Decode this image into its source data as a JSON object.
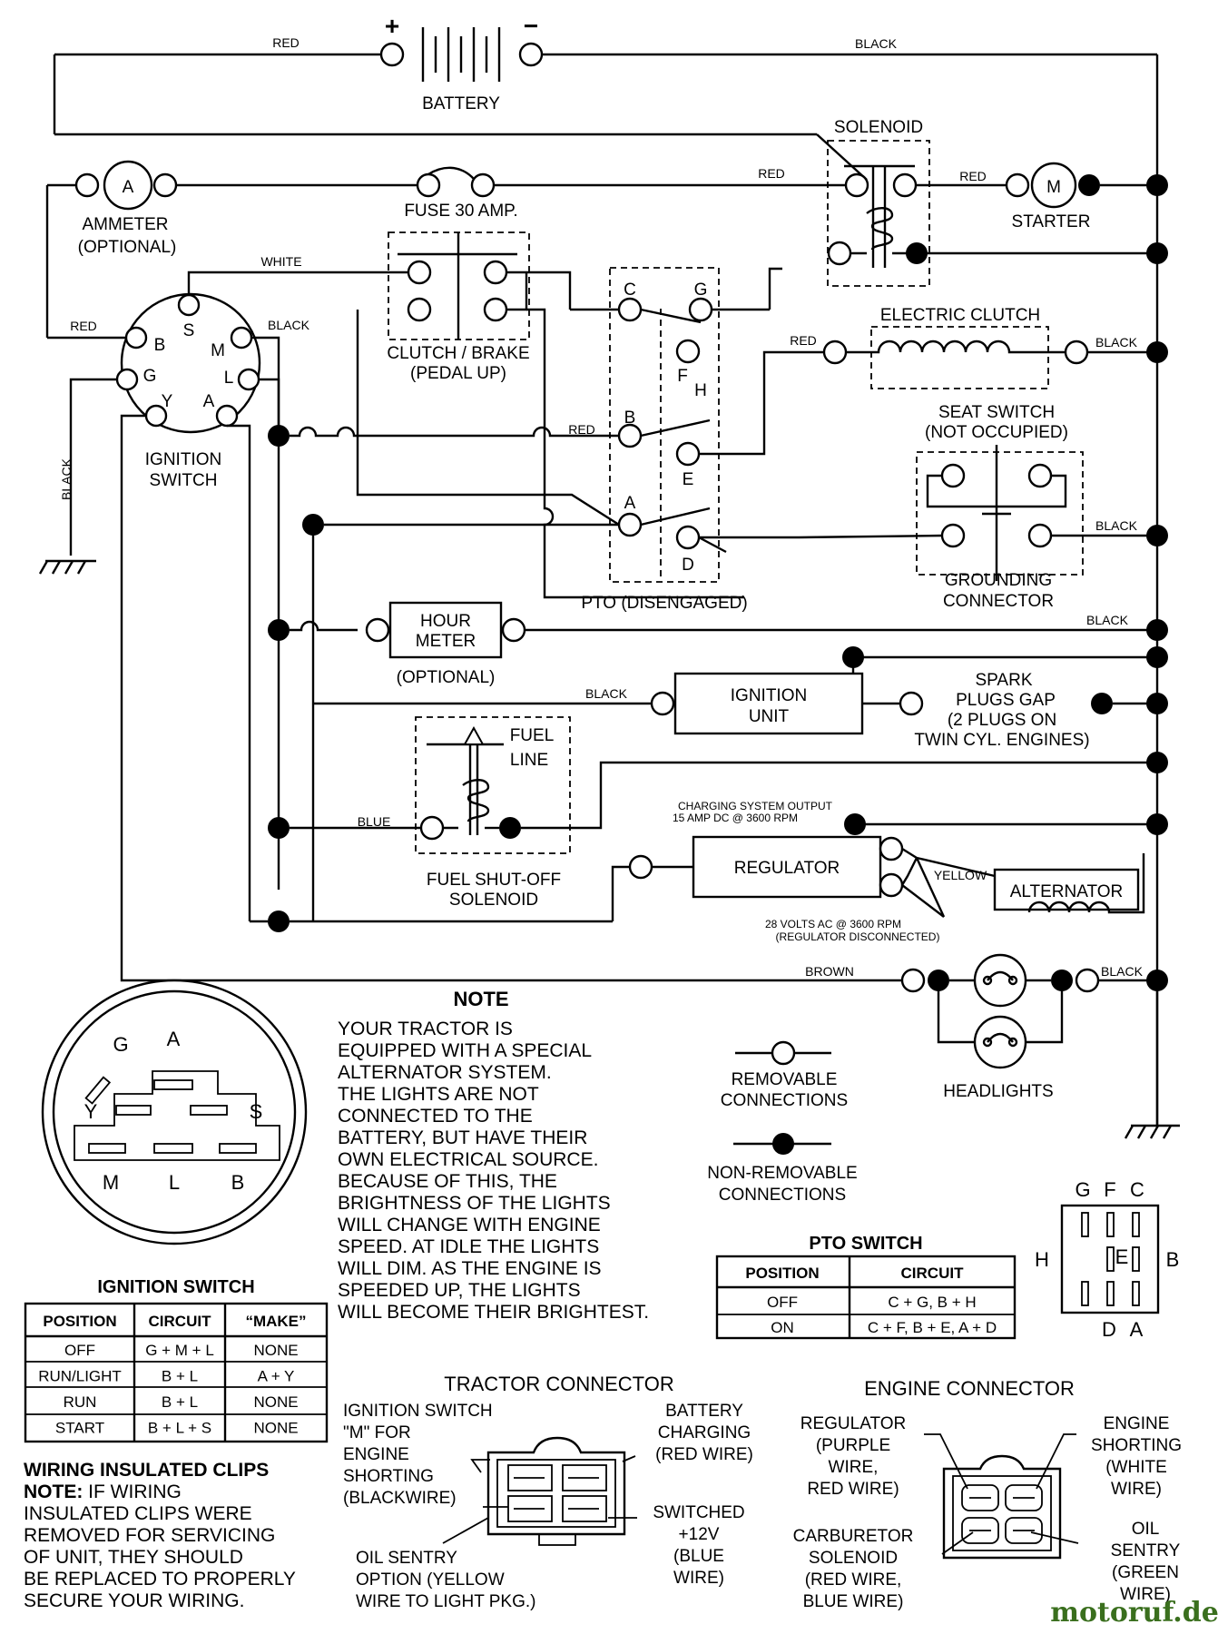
{
  "title": "",
  "watermark": "motoruf.de",
  "watermark_suffix": ".de",
  "battery": {
    "label": "BATTERY",
    "plus": "+",
    "minus": "−",
    "wire_left": "RED",
    "wire_right": "BLACK"
  },
  "ammeter": {
    "symbol": "A",
    "label": "AMMETER",
    "sub": "(OPTIONAL)"
  },
  "fuse": {
    "label": "FUSE 30 AMP."
  },
  "solenoid": {
    "label": "SOLENOID",
    "wire_in": "RED",
    "wire_out": "RED"
  },
  "starter": {
    "symbol": "M",
    "label": "STARTER"
  },
  "clutch_brake": {
    "label": "CLUTCH / BRAKE",
    "sub": "(PEDAL UP)"
  },
  "ignition": {
    "label1": "IGNITION",
    "label2": "SWITCH",
    "terminals": {
      "B": "B",
      "S": "S",
      "M": "M",
      "G": "G",
      "L": "L",
      "Y": "Y",
      "A": "A"
    },
    "wires": {
      "white": "WHITE",
      "red": "RED",
      "black_m": "BLACK",
      "black_g": "BLACK"
    }
  },
  "pto": {
    "label": "PTO (DISENGAGED)",
    "terminals": {
      "C": "C",
      "G": "G",
      "F": "F",
      "H": "H",
      "B": "B",
      "E": "E",
      "A": "A",
      "D": "D"
    },
    "wire_b": "RED"
  },
  "electric_clutch": {
    "label": "ELECTRIC CLUTCH",
    "wire_in": "RED",
    "wire_out": "BLACK"
  },
  "seat_switch": {
    "label1": "SEAT SWITCH",
    "label2": "(NOT OCCUPIED)",
    "wire_out": "BLACK"
  },
  "grounding_connector": {
    "label1": "GROUNDING",
    "label2": "CONNECTOR"
  },
  "hour_meter": {
    "label1": "HOUR",
    "label2": "METER",
    "sub": "(OPTIONAL)",
    "wire_out": "BLACK"
  },
  "ignition_unit": {
    "label1": "IGNITION",
    "label2": "UNIT",
    "wire_in": "BLACK"
  },
  "spark_plugs": {
    "line1": "SPARK",
    "line2": "PLUGS GAP",
    "line3": "(2 PLUGS ON",
    "line4": "TWIN CYL. ENGINES)"
  },
  "fuel_solenoid": {
    "label1": "FUEL SHUT-OFF",
    "label2": "SOLENOID",
    "line1": "FUEL",
    "line2": "LINE",
    "wire": "BLUE"
  },
  "charging": {
    "line1": "CHARGING SYSTEM OUTPUT",
    "line2": "15 AMP DC @ 3600 RPM"
  },
  "regulator": {
    "label": "REGULATOR"
  },
  "alternator": {
    "label": "ALTERNATOR",
    "wire": "YELLOW",
    "note1": "28 VOLTS AC @ 3600 RPM",
    "note2": "(REGULATOR DISCONNECTED)"
  },
  "headlights": {
    "label": "HEADLIGHTS",
    "wire_in": "BROWN",
    "wire_out": "BLACK"
  },
  "ground_wire": "BLACK",
  "legend": {
    "removable1": "REMOVABLE",
    "removable2": "CONNECTIONS",
    "nonremovable1": "NON-REMOVABLE",
    "nonremovable2": "CONNECTIONS"
  },
  "note": {
    "heading": "NOTE",
    "lines": [
      "YOUR TRACTOR IS",
      "EQUIPPED WITH A SPECIAL",
      "ALTERNATOR SYSTEM.",
      "THE LIGHTS ARE NOT",
      "CONNECTED TO THE",
      "BATTERY, BUT HAVE THEIR",
      "OWN ELECTRICAL SOURCE.",
      "BECAUSE OF THIS, THE",
      "BRIGHTNESS OF THE LIGHTS",
      "WILL CHANGE WITH ENGINE",
      "SPEED.  AT IDLE THE LIGHTS",
      "WILL DIM.  AS THE ENGINE IS",
      "SPEEDED UP, THE LIGHTS",
      "WILL BECOME THEIR BRIGHTEST."
    ]
  },
  "ign_face": {
    "G": "G",
    "A": "A",
    "Y": "Y",
    "S": "S",
    "M": "M",
    "L": "L",
    "B": "B"
  },
  "ignition_table": {
    "title": "IGNITION SWITCH",
    "headers": [
      "POSITION",
      "CIRCUIT",
      "“MAKE”"
    ],
    "rows": [
      [
        "OFF",
        "G + M + L",
        "NONE"
      ],
      [
        "RUN/LIGHT",
        "B + L",
        "A + Y"
      ],
      [
        "RUN",
        "B + L",
        "NONE"
      ],
      [
        "START",
        "B + L + S",
        "NONE"
      ]
    ]
  },
  "pto_table": {
    "title": "PTO SWITCH",
    "headers": [
      "POSITION",
      "CIRCUIT"
    ],
    "rows": [
      [
        "OFF",
        "C + G, B + H"
      ],
      [
        "ON",
        "C + F, B + E, A + D"
      ]
    ]
  },
  "pto_face": {
    "G": "G",
    "F": "F",
    "C": "C",
    "H": "H",
    "E": "E",
    "B": "B",
    "D": "D",
    "A": "A"
  },
  "clips": {
    "title": "WIRING INSULATED CLIPS",
    "note_bold": "NOTE:",
    "lines": [
      " IF WIRING",
      "INSULATED CLIPS WERE",
      "REMOVED FOR SERVICING",
      "OF UNIT, THEY SHOULD",
      "BE REPLACED TO PROPERLY",
      "SECURE YOUR WIRING."
    ]
  },
  "tractor_connector": {
    "title": "TRACTOR CONNECTOR",
    "tl": [
      "IGNITION SWITCH",
      "\"M\" FOR",
      "ENGINE",
      "SHORTING",
      "(BLACKWIRE)"
    ],
    "tr": [
      "BATTERY",
      "CHARGING",
      "(RED WIRE)"
    ],
    "br": [
      "SWITCHED",
      "+12V",
      "(BLUE",
      "WIRE)"
    ],
    "bl": [
      "OIL SENTRY",
      "OPTION (YELLOW",
      "WIRE TO LIGHT PKG.)"
    ]
  },
  "engine_connector": {
    "title": "ENGINE CONNECTOR",
    "tl": [
      "REGULATOR",
      "(PURPLE",
      "WIRE,",
      "RED WIRE)"
    ],
    "tr": [
      "ENGINE",
      "SHORTING",
      "(WHITE",
      "WIRE)"
    ],
    "bl": [
      "CARBURETOR",
      "SOLENOID",
      "(RED WIRE,",
      "BLUE WIRE)"
    ],
    "br": [
      "OIL",
      "SENTRY",
      "(GREEN",
      "WIRE)"
    ]
  }
}
